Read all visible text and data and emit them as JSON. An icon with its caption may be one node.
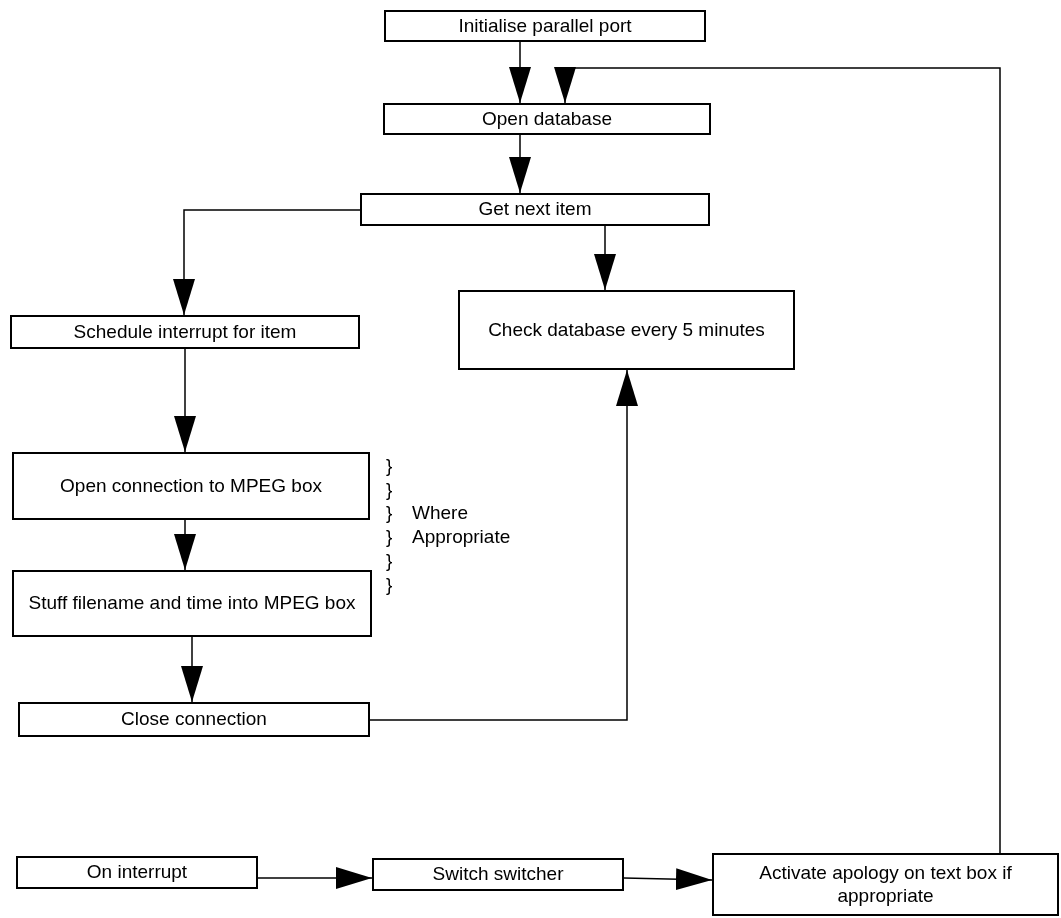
{
  "diagram": {
    "nodes": [
      {
        "text": [
          "Initialise parallel port"
        ]
      },
      {
        "text": [
          "Open database"
        ]
      },
      {
        "text": [
          "Get next item"
        ]
      },
      {
        "text": [
          "Schedule interrupt for item"
        ]
      },
      {
        "text": [
          "Check database every 5 minutes"
        ]
      },
      {
        "text": [
          "Open connection to MPEG box"
        ]
      },
      {
        "text": [
          "Stuff filename and time into MPEG box"
        ]
      },
      {
        "text": [
          "Close connection"
        ]
      },
      {
        "text": [
          "On interrupt"
        ]
      },
      {
        "text": [
          "Switch switcher"
        ]
      },
      {
        "text": [
          "Activate apology on text box if appropriate"
        ]
      }
    ],
    "edges": [
      {
        "from": 0,
        "to": 1,
        "arrow": "to"
      },
      {
        "from": 10,
        "to": 1,
        "arrow": "to"
      },
      {
        "from": 1,
        "to": 2,
        "arrow": "to"
      },
      {
        "from": 2,
        "to": 3,
        "arrow": "to"
      },
      {
        "from": 2,
        "to": 4,
        "arrow": "to"
      },
      {
        "from": 3,
        "to": 5,
        "arrow": "to"
      },
      {
        "from": 5,
        "to": 6,
        "arrow": "to"
      },
      {
        "from": 6,
        "to": 7,
        "arrow": "to"
      },
      {
        "from": 7,
        "to": 4,
        "arrow": "to"
      },
      {
        "from": 8,
        "to": 9,
        "arrow": "to"
      },
      {
        "from": 9,
        "to": 10,
        "arrow": "to"
      }
    ],
    "labels": [
      "}",
      "}",
      "}",
      "Where",
      "}",
      "Appropriate",
      "}",
      "}"
    ]
  }
}
